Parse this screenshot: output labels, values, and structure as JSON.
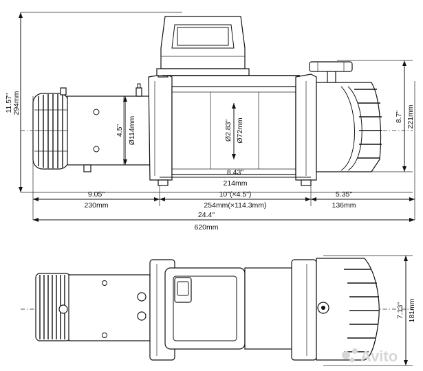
{
  "dimensions": {
    "overall_height": {
      "imperial": "11.57\"",
      "metric": "294mm"
    },
    "motor_diameter": {
      "imperial": "4.5\"",
      "metric": "Ø114mm"
    },
    "drum_diameter": {
      "imperial": "Ø2.83\"",
      "metric": "Ø72mm"
    },
    "gearbox_height": {
      "imperial": "8.7\"",
      "metric": "221mm"
    },
    "drum_length": {
      "imperial": "8.43\"",
      "metric": "214mm"
    },
    "mount_pattern": {
      "imperial": "10\"(×4.5\")",
      "metric": "254mm(×114.3mm)"
    },
    "motor_length": {
      "imperial": "9.05\"",
      "metric": "230mm"
    },
    "gearbox_length": {
      "imperial": "5.35\"",
      "metric": "136mm"
    },
    "overall_length": {
      "imperial": "24.4\"",
      "metric": "620mm"
    },
    "overall_width": {
      "imperial": "7.13\"",
      "metric": "181mm"
    }
  },
  "watermark": {
    "text": "Avito"
  }
}
